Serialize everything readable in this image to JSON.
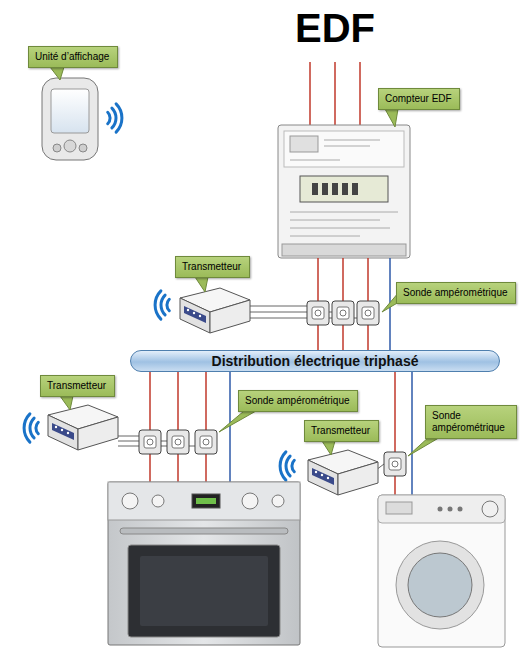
{
  "diagram": {
    "title": "EDF",
    "nodes": [
      {
        "text": [
          "Unité d’affichage"
        ]
      },
      {
        "text": [
          "Compteur EDF"
        ]
      },
      {
        "text": [
          "Transmetteur"
        ]
      },
      {
        "text": [
          "Sonde ampérométrique"
        ]
      },
      {
        "text": [
          "Distribution électrique triphasé"
        ]
      },
      {
        "text": [
          "Transmetteur"
        ]
      },
      {
        "text": [
          "Sonde ampérométrique"
        ]
      },
      {
        "text": [
          "Transmetteur"
        ]
      },
      {
        "text": [
          "Sonde ampérométrique"
        ]
      }
    ]
  }
}
